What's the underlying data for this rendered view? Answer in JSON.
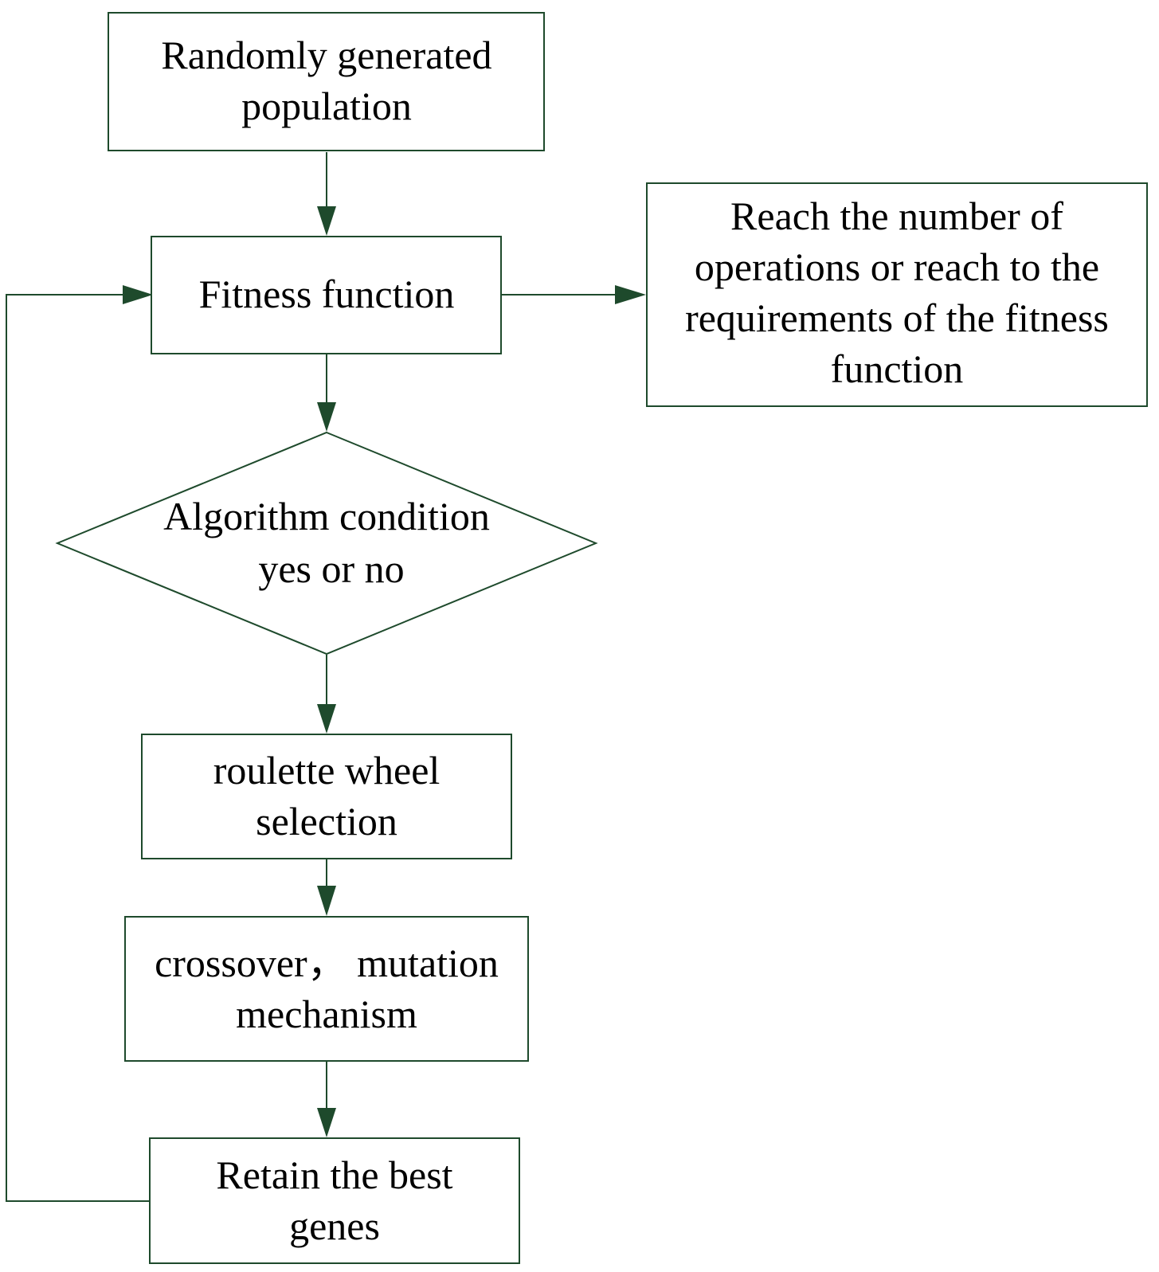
{
  "colors": {
    "stroke": "#1e4a2c",
    "text": "#000000",
    "background": "#ffffff"
  },
  "nodes": {
    "population": {
      "shape": "rectangle",
      "lines": [
        "Randomly generated",
        "population"
      ]
    },
    "fitness": {
      "shape": "rectangle",
      "lines": [
        "Fitness function"
      ]
    },
    "termination": {
      "shape": "rectangle",
      "lines": [
        "Reach the number of",
        "operations or reach to the",
        "requirements of the fitness",
        "function"
      ]
    },
    "condition": {
      "shape": "diamond",
      "lines": [
        "Algorithm condition",
        "yes or no"
      ]
    },
    "selection": {
      "shape": "rectangle",
      "lines": [
        "roulette wheel",
        "selection"
      ]
    },
    "crossover": {
      "shape": "rectangle",
      "lines": [
        "crossover， mutation",
        "mechanism"
      ]
    },
    "retain": {
      "shape": "rectangle",
      "lines": [
        "Retain the best",
        "genes"
      ]
    }
  },
  "edges": [
    {
      "from": "population",
      "to": "fitness"
    },
    {
      "from": "fitness",
      "to": "termination"
    },
    {
      "from": "fitness",
      "to": "condition"
    },
    {
      "from": "condition",
      "to": "selection"
    },
    {
      "from": "selection",
      "to": "crossover"
    },
    {
      "from": "crossover",
      "to": "retain"
    },
    {
      "from": "retain",
      "to": "fitness",
      "route": "loop-left"
    }
  ]
}
